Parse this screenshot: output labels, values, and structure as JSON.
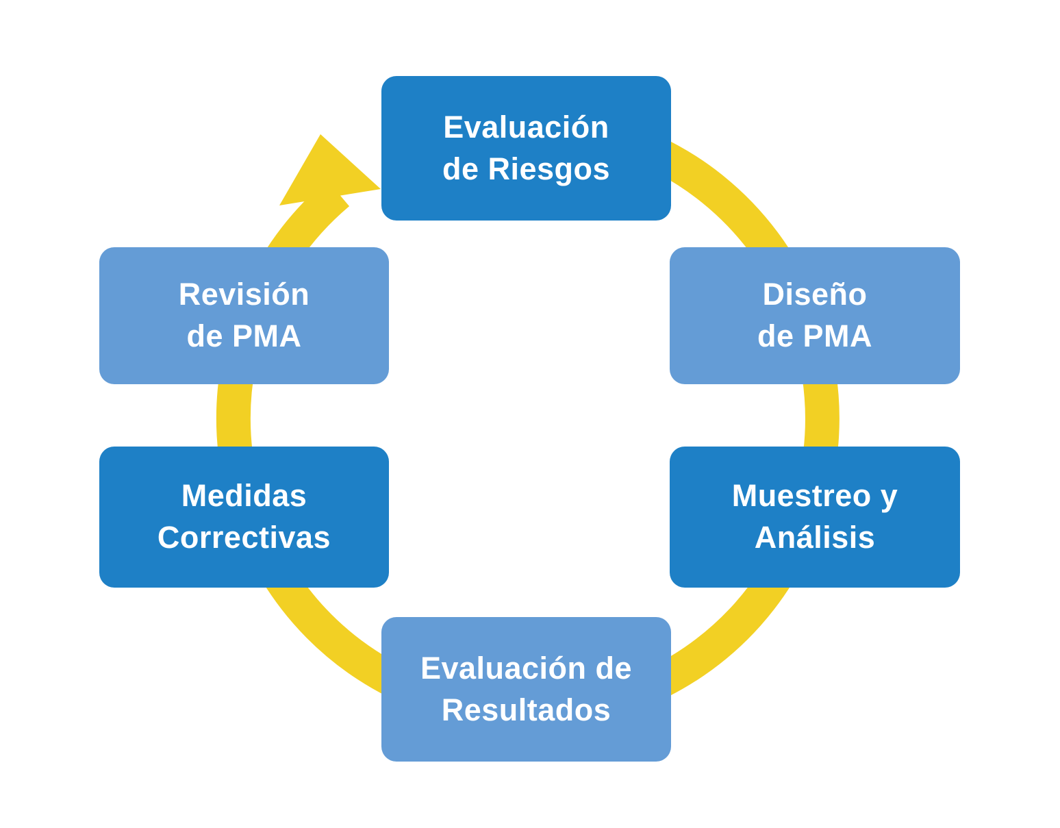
{
  "diagram": {
    "type": "cycle",
    "direction": "clockwise",
    "steps": [
      {
        "id": "evaluacion-de-riesgos",
        "label": "Evaluación\nde Riesgos",
        "tone": "dark"
      },
      {
        "id": "diseno-de-pma",
        "label": "Diseño\nde PMA",
        "tone": "light"
      },
      {
        "id": "muestreo-y-analisis",
        "label": "Muestreo y\nAnálisis",
        "tone": "dark"
      },
      {
        "id": "evaluacion-de-resultados",
        "label": "Evaluación de\nResultados",
        "tone": "light"
      },
      {
        "id": "medidas-correctivas",
        "label": "Medidas\nCorrectivas",
        "tone": "dark"
      },
      {
        "id": "revision-de-pma",
        "label": "Revisión\nde PMA",
        "tone": "light"
      }
    ],
    "colors": {
      "dark_blue": "#1E80C6",
      "light_blue": "#649CD6",
      "arrow_yellow": "#F2D024",
      "background": "#FFFFFF",
      "text": "#FFFFFF"
    }
  }
}
